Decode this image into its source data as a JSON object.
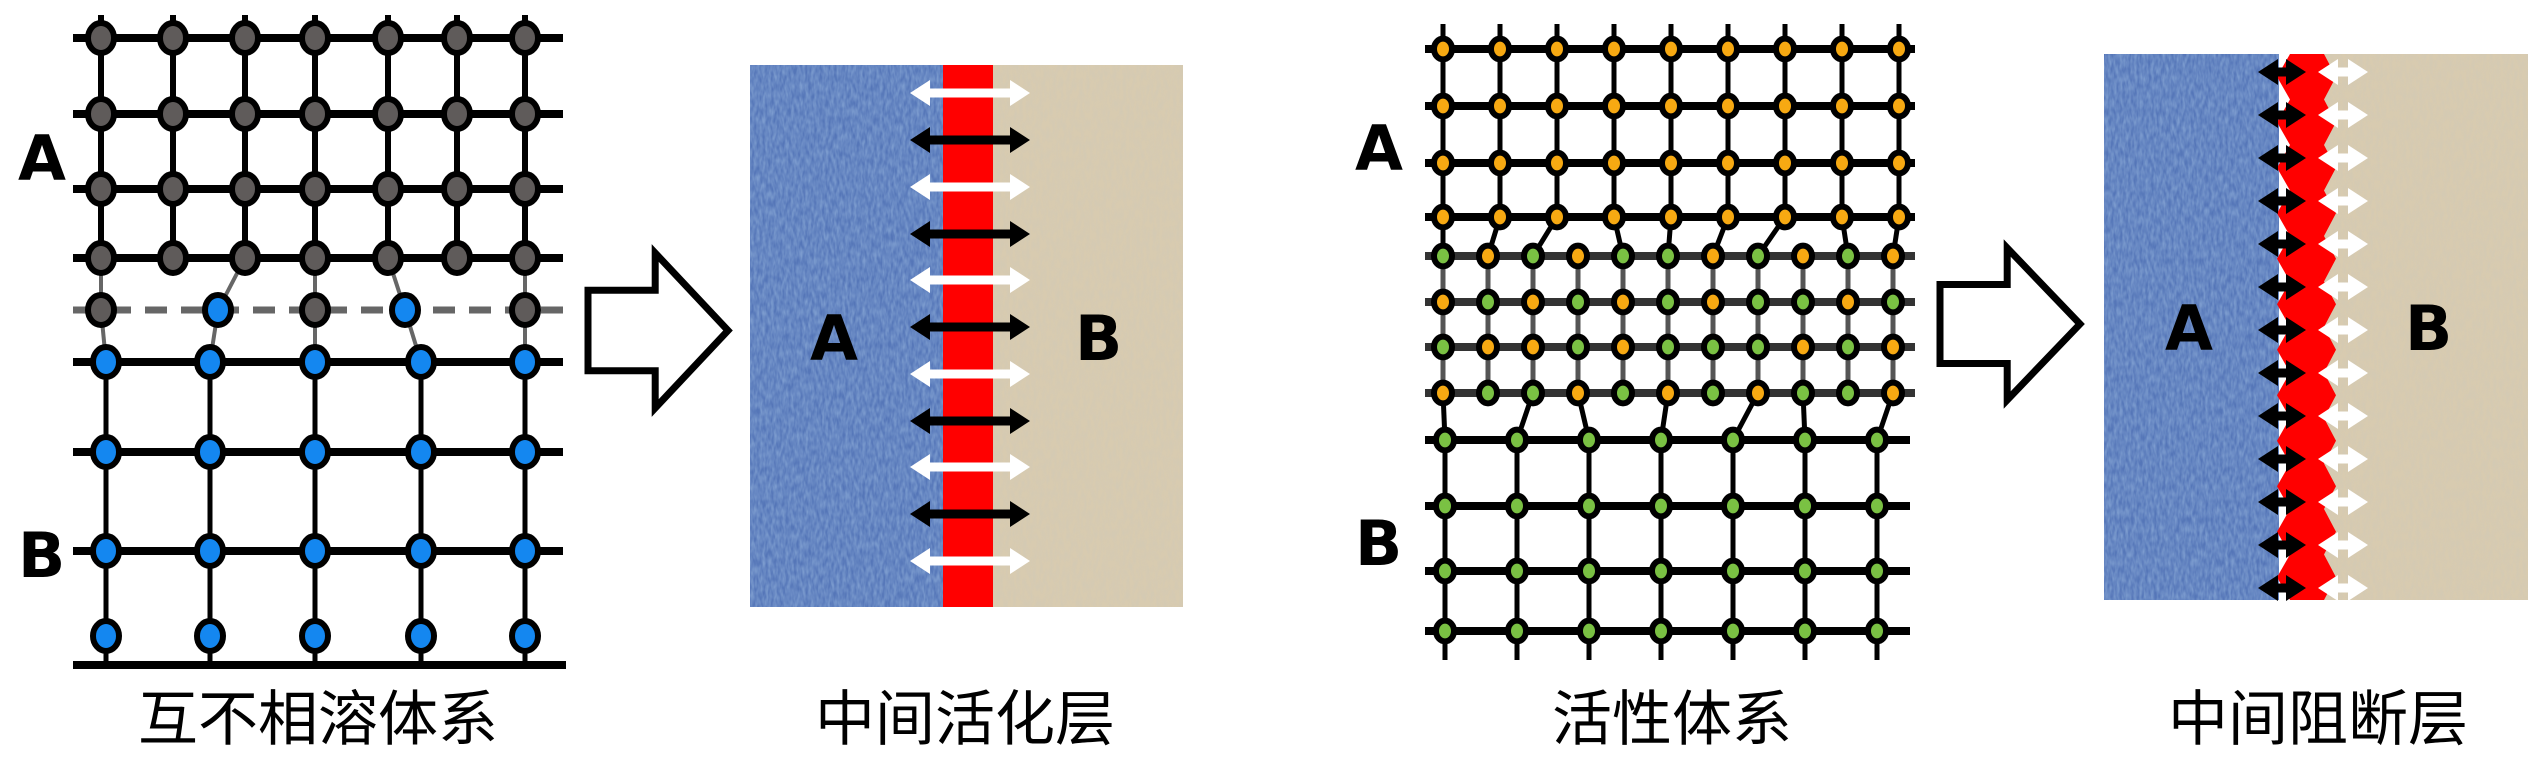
{
  "colors": {
    "atom_a_gray": "#5f5b5a",
    "atom_b_blue": "#1487f0",
    "atom_a_orange": "#f7a912",
    "atom_b_green": "#7ac143",
    "interlayer_red": "#ff0000",
    "phase_a_blue": "#5576b8",
    "phase_b_beige": "#d8cbb0"
  },
  "panels": [
    {
      "caption": "互不相溶体系",
      "label_a": "A",
      "label_b": "B"
    },
    {
      "caption": "中间活化层",
      "label_a": "A",
      "label_b": "B"
    },
    {
      "caption": "活性体系",
      "label_a": "A",
      "label_b": "B"
    },
    {
      "caption": "中间阻断层",
      "label_a": "A",
      "label_b": "B"
    }
  ]
}
